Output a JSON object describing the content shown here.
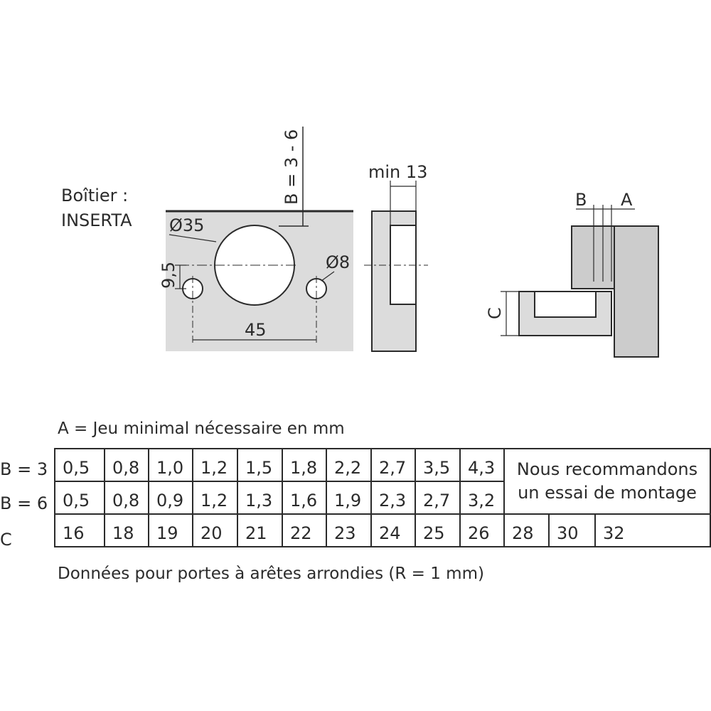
{
  "drawing": {
    "housing_label_line1": "Boîtier :",
    "housing_label_line2": "INSERTA",
    "dims": {
      "b_range": "B = 3 - 6",
      "cup_diameter": "Ø35",
      "pin_diameter": "Ø8",
      "offset": "9,5",
      "spacing": "45",
      "min_depth": "min 13",
      "b_letter": "B",
      "a_letter": "A",
      "c_letter": "C"
    }
  },
  "caption_top": "A = Jeu minimal nécessaire en mm",
  "caption_bottom": "Données pour portes à arêtes arrondies (R = 1 mm)",
  "table": {
    "row_labels": [
      "B = 3",
      "B = 6",
      "C"
    ],
    "b3_values": [
      "0,5",
      "0,8",
      "1,0",
      "1,2",
      "1,5",
      "1,8",
      "2,2",
      "2,7",
      "3,5",
      "4,3"
    ],
    "b6_values": [
      "0,5",
      "0,8",
      "0,9",
      "1,2",
      "1,3",
      "1,6",
      "1,9",
      "2,3",
      "2,7",
      "3,2"
    ],
    "c_values": [
      "16",
      "18",
      "19",
      "20",
      "21",
      "22",
      "23",
      "24",
      "25",
      "26",
      "28",
      "30",
      "32"
    ],
    "note": "Nous recommandons un essai de montage"
  },
  "colors": {
    "line": "#2b2b2b",
    "panel_fill": "#dcdcdc",
    "door_fill": "#cccccc"
  }
}
